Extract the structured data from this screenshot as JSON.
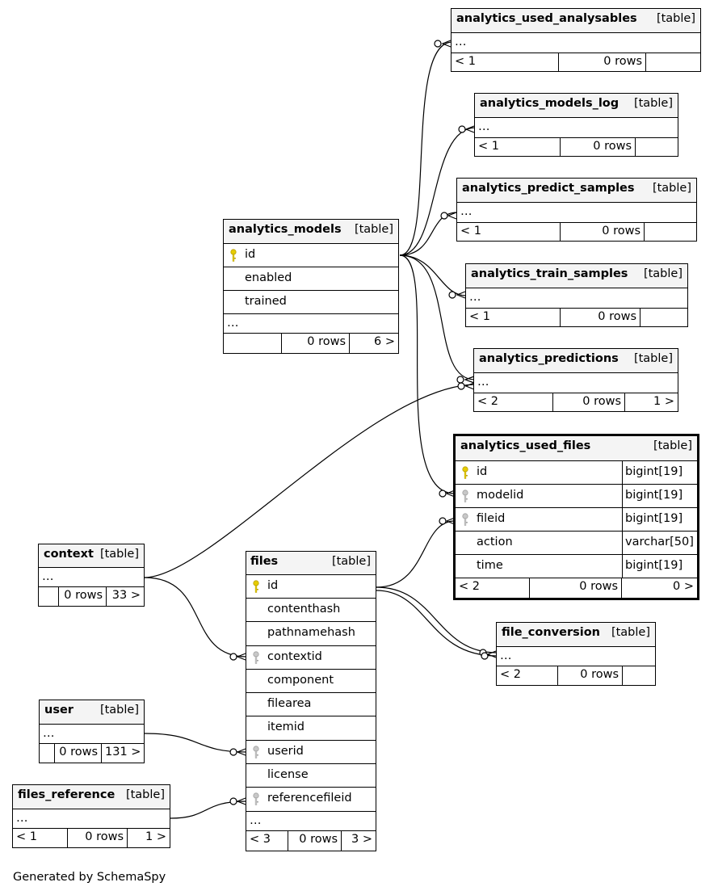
{
  "tables": {
    "analytics_used_analysables": {
      "name": "analytics_used_analysables",
      "type": "[table]",
      "ellipsis": "…",
      "footer": [
        "< 1",
        "0 rows",
        ""
      ]
    },
    "analytics_models_log": {
      "name": "analytics_models_log",
      "type": "[table]",
      "ellipsis": "…",
      "footer": [
        "< 1",
        "0 rows",
        ""
      ]
    },
    "analytics_predict_samples": {
      "name": "analytics_predict_samples",
      "type": "[table]",
      "ellipsis": "…",
      "footer": [
        "< 1",
        "0 rows",
        ""
      ]
    },
    "analytics_models": {
      "name": "analytics_models",
      "type": "[table]",
      "columns": [
        "id",
        "enabled",
        "trained"
      ],
      "ellipsis": "…",
      "footer": [
        "",
        "0 rows",
        "6 >"
      ]
    },
    "analytics_train_samples": {
      "name": "analytics_train_samples",
      "type": "[table]",
      "ellipsis": "…",
      "footer": [
        "< 1",
        "0 rows",
        ""
      ]
    },
    "analytics_predictions": {
      "name": "analytics_predictions",
      "type": "[table]",
      "ellipsis": "…",
      "footer": [
        "< 2",
        "0 rows",
        "1 >"
      ]
    },
    "analytics_used_files": {
      "name": "analytics_used_files",
      "type": "[table]",
      "columns": [
        {
          "name": "id",
          "type": "bigint[19]"
        },
        {
          "name": "modelid",
          "type": "bigint[19]"
        },
        {
          "name": "fileid",
          "type": "bigint[19]"
        },
        {
          "name": "action",
          "type": "varchar[50]"
        },
        {
          "name": "time",
          "type": "bigint[19]"
        }
      ],
      "footer": [
        "< 2",
        "0 rows",
        "0 >"
      ]
    },
    "context": {
      "name": "context",
      "type": "[table]",
      "ellipsis": "…",
      "footer": [
        "",
        "0 rows",
        "33 >"
      ]
    },
    "files": {
      "name": "files",
      "type": "[table]",
      "columns": [
        "id",
        "contenthash",
        "pathnamehash",
        "contextid",
        "component",
        "filearea",
        "itemid",
        "userid",
        "license",
        "referencefileid"
      ],
      "ellipsis": "…",
      "footer": [
        "< 3",
        "0 rows",
        "3 >"
      ]
    },
    "file_conversion": {
      "name": "file_conversion",
      "type": "[table]",
      "ellipsis": "…",
      "footer": [
        "< 2",
        "0 rows",
        ""
      ]
    },
    "user": {
      "name": "user",
      "type": "[table]",
      "ellipsis": "…",
      "footer": [
        "",
        "0 rows",
        "131 >"
      ]
    },
    "files_reference": {
      "name": "files_reference",
      "type": "[table]",
      "ellipsis": "…",
      "footer": [
        "< 1",
        "0 rows",
        "1 >"
      ]
    }
  },
  "colors": {
    "primary_key": "#e6cc00",
    "foreign_key": "#a0a0a0",
    "header_bg": "#f4f4f4"
  },
  "footer_text": "Generated by SchemaSpy"
}
